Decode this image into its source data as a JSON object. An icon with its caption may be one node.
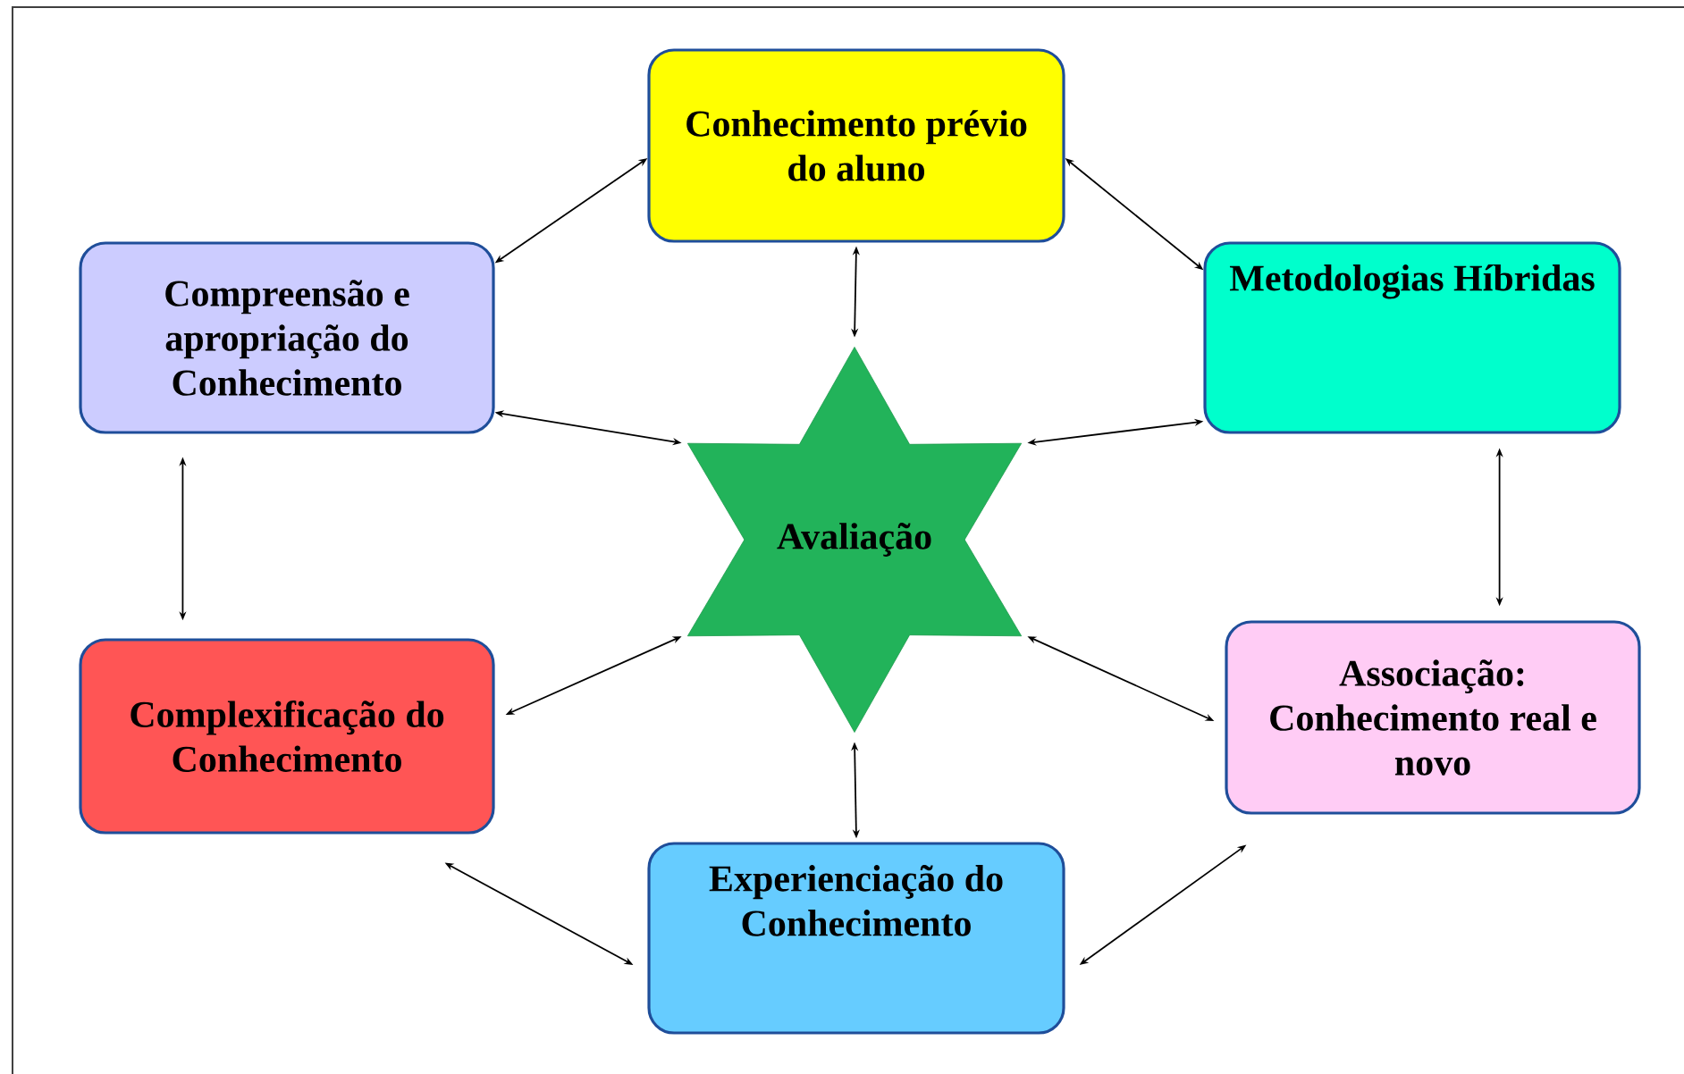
{
  "diagram": {
    "nodes": [
      {
        "text": [
          "Conhecimento prévio do aluno"
        ]
      },
      {
        "text": [
          "Compreensão e apropriação do Conhecimento"
        ]
      },
      {
        "text": [
          "Metodologias Híbridas"
        ]
      },
      {
        "text": [
          "Avaliação"
        ]
      },
      {
        "text": [
          "Complexificação do Conhecimento"
        ]
      },
      {
        "text": [
          "Associação: Conhecimento real e novo"
        ]
      },
      {
        "text": [
          "Experienciação do Conhecimento"
        ]
      }
    ],
    "edges": [
      {
        "from": 0,
        "to": 1,
        "arrow": "both"
      },
      {
        "from": 0,
        "to": 2,
        "arrow": "both"
      },
      {
        "from": 0,
        "to": 3,
        "arrow": "both"
      },
      {
        "from": 1,
        "to": 3,
        "arrow": "both"
      },
      {
        "from": 2,
        "to": 3,
        "arrow": "both"
      },
      {
        "from": 1,
        "to": 4,
        "arrow": "both"
      },
      {
        "from": 2,
        "to": 5,
        "arrow": "both"
      },
      {
        "from": 3,
        "to": 4,
        "arrow": "both"
      },
      {
        "from": 3,
        "to": 5,
        "arrow": "both"
      },
      {
        "from": 3,
        "to": 6,
        "arrow": "both"
      },
      {
        "from": 4,
        "to": 6,
        "arrow": "both"
      },
      {
        "from": 5,
        "to": 6,
        "arrow": "both"
      }
    ]
  }
}
